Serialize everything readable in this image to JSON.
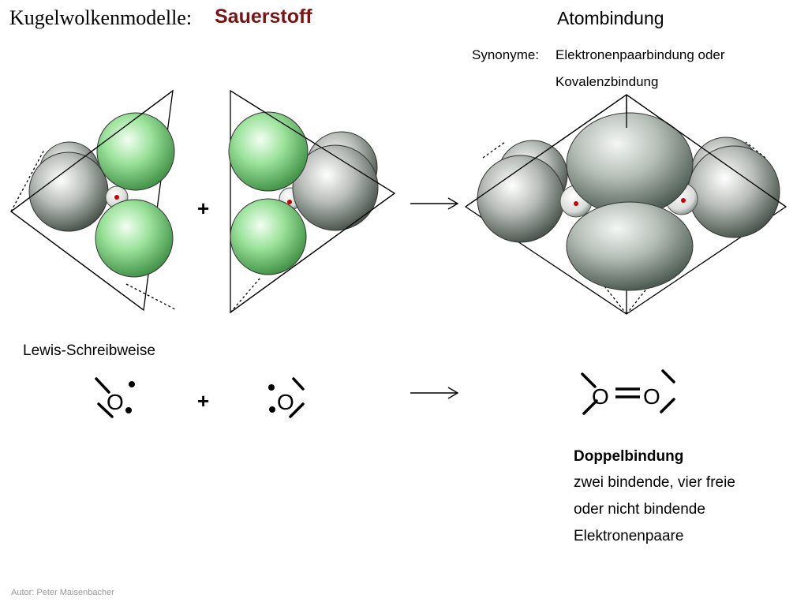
{
  "header": {
    "title_prefix": "Kugelwolkenmodelle:",
    "title_element": "Sauerstoff",
    "bond_type": "Atombindung",
    "synonyms_label": "Synonyme:",
    "synonyms_line1": "Elektronenpaarbindung oder",
    "synonyms_line2": "Kovalenzbindung"
  },
  "reaction": {
    "plus_symbol": "+"
  },
  "lewis": {
    "heading": "Lewis-Schreibweise",
    "atom_symbol": "O",
    "plus_symbol": "+"
  },
  "description": {
    "title": "Doppelbindung",
    "lines": [
      "zwei bindende, vier freie",
      "oder nicht bindende",
      "Elektronenpaare"
    ]
  },
  "footer": {
    "author": "Autor: Peter Maisenbacher"
  },
  "colors": {
    "title_element": "#7a1414",
    "bonding_cloud": "#8fdc8f",
    "lone_pair_cloud": "#a6ada6",
    "nucleus": "#cc0000",
    "author_text": "#9a9a9a"
  }
}
